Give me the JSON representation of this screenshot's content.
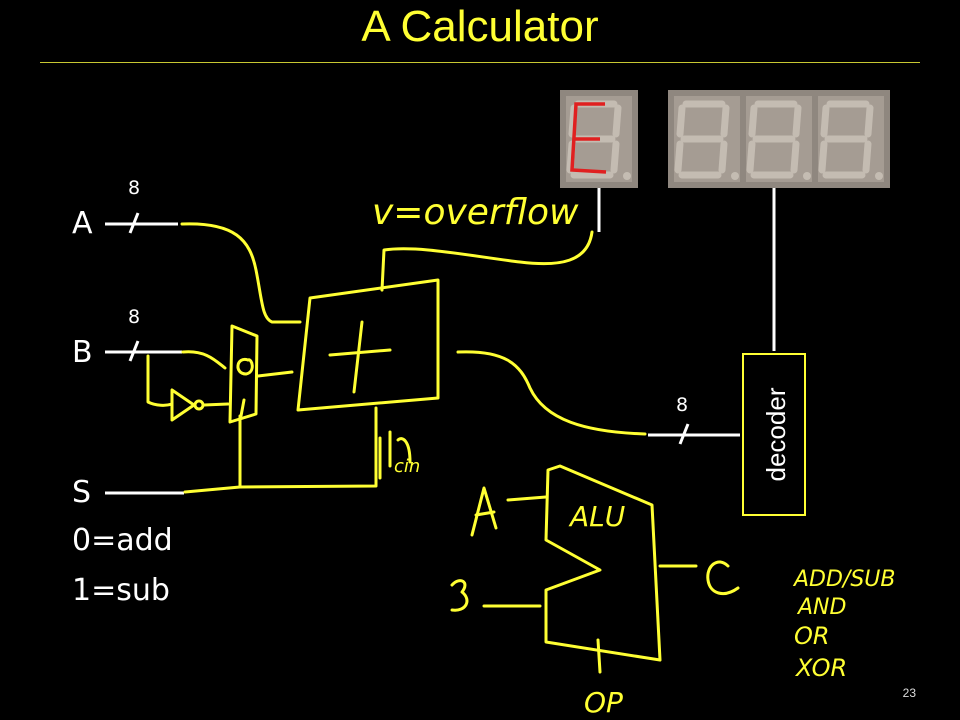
{
  "slide": {
    "title": "A Calculator",
    "page_number": "23",
    "inputs": {
      "a_label": "A",
      "b_label": "B",
      "s_label": "S",
      "a_width": "8",
      "b_width": "8",
      "s_option_add": "0=add",
      "s_option_sub": "1=sub"
    },
    "output_width": "8",
    "decoder_label": "decoder",
    "handwritten": {
      "overflow_note": "v=overflow",
      "carry_in": "cin",
      "alu_label": "ALU",
      "alu_in_a": "A",
      "alu_in_b": "B",
      "alu_out": "C",
      "alu_op": "OP",
      "ops": [
        "ADD/SUB",
        "AND",
        "OR",
        "XOR"
      ]
    },
    "colors": {
      "title": "#ffff33",
      "ink": "#ffff33",
      "seven_seg_off": "#a59c93",
      "seven_seg_on": "#e02020"
    }
  }
}
